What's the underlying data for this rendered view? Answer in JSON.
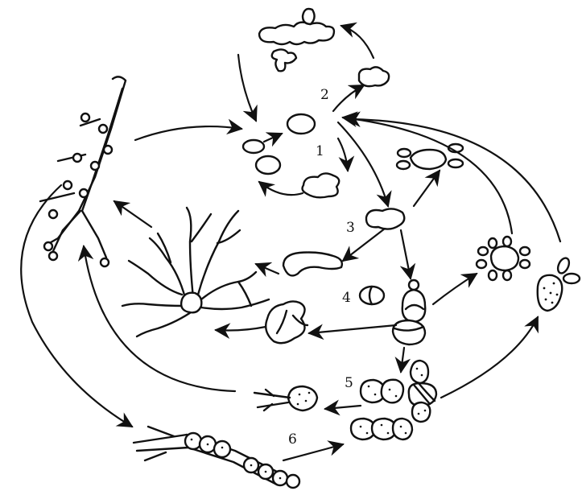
{
  "stage_labels": {
    "s1": "1",
    "s2": "2",
    "s3": "3",
    "s4": "4",
    "s5": "5",
    "s6": "6"
  }
}
